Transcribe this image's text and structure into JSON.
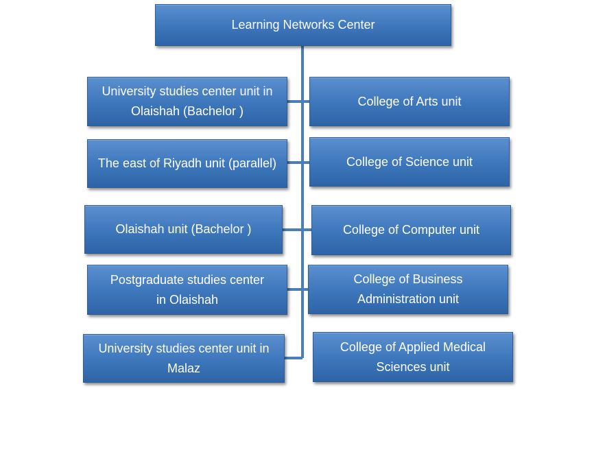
{
  "root": {
    "label": "Learning Networks Center"
  },
  "left_units": [
    "University studies center unit in Olaishah (Bachelor )",
    "The east of Riyadh unit (parallel)",
    "Olaishah unit (Bachelor )",
    "Postgraduate studies center in Olaishah",
    "University studies center unit in Malaz"
  ],
  "right_units": [
    "College of Arts unit",
    "College of Science unit",
    "College of Computer unit",
    "College of Business Administration unit",
    "College of Applied Medical Sciences unit"
  ],
  "colors": {
    "box": "#3f78bd",
    "connector": "#4a7ebb",
    "text": "#ffffff"
  }
}
